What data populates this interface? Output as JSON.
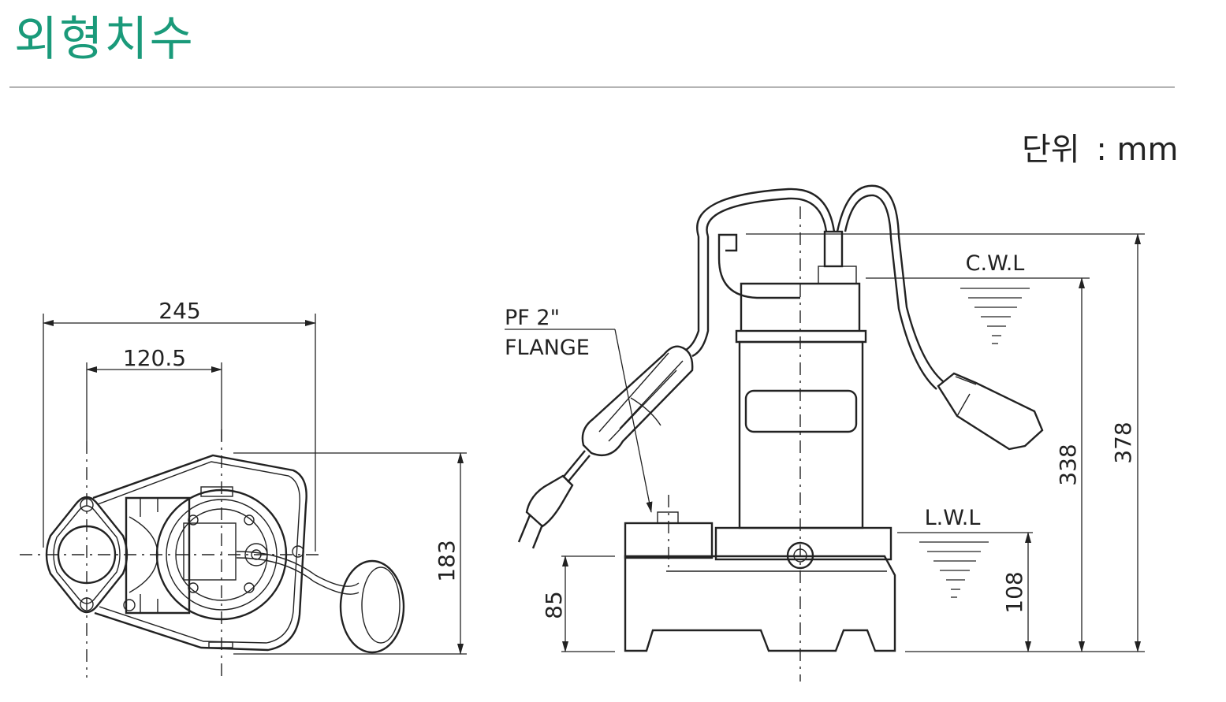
{
  "header": {
    "title": "외형치수",
    "unit_label": "단위",
    "unit_value": ": mm"
  },
  "top_view": {
    "width_total": "245",
    "width_center": "120.5",
    "height": "183"
  },
  "side_view": {
    "flange_label_1": "PF 2\"",
    "flange_label_2": "FLANGE",
    "cwl_label": "C.W.L",
    "lwl_label": "L.W.L",
    "dim_85": "85",
    "dim_108": "108",
    "dim_338": "338",
    "dim_378": "378"
  },
  "colors": {
    "title": "#1a9a7a",
    "line": "#222222"
  }
}
